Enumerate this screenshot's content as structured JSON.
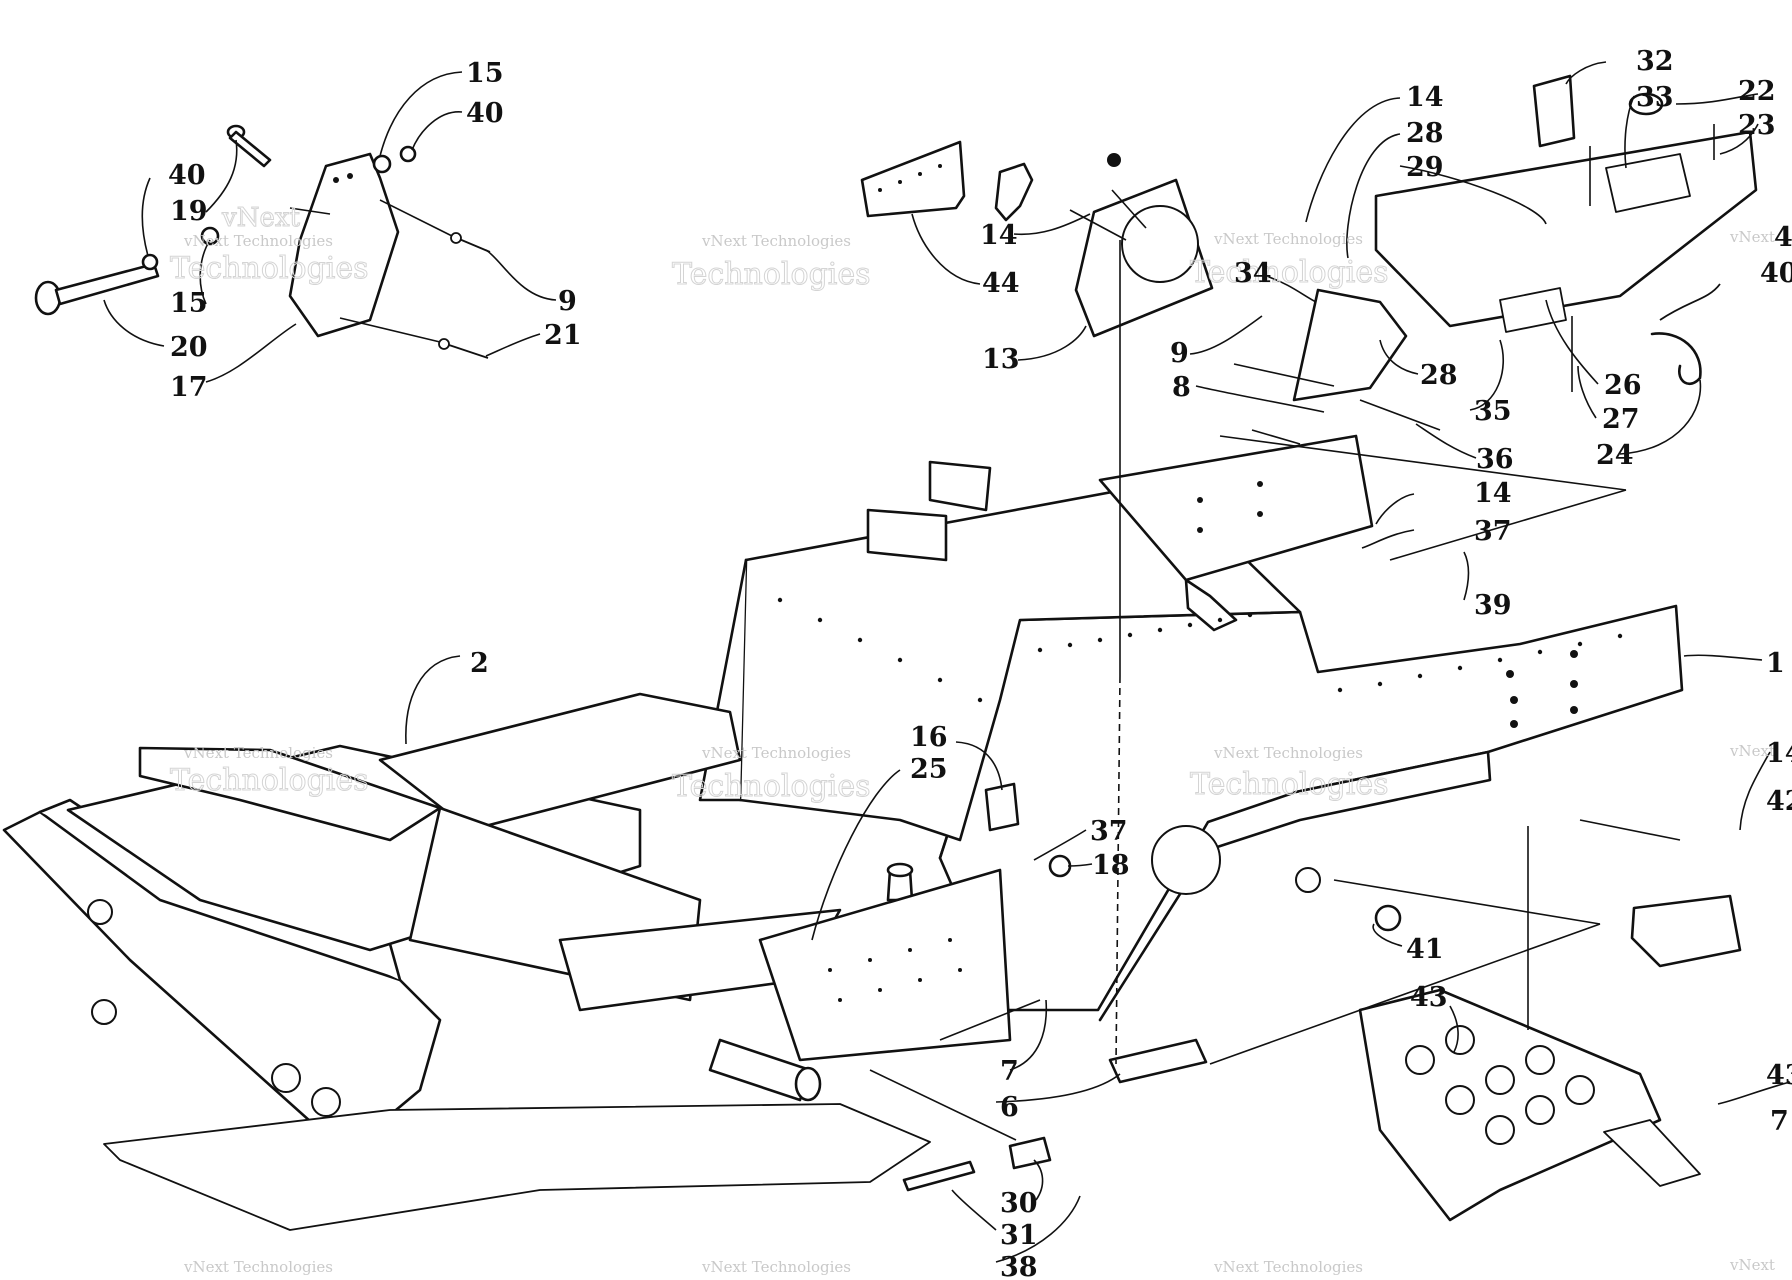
{
  "watermark": {
    "brand": "vNext Technologies",
    "brand_split_1": "vNext",
    "brand_split_2": "Technologies"
  },
  "callouts": [
    {
      "id": "c15a",
      "label": "15"
    },
    {
      "id": "c40a",
      "label": "40"
    },
    {
      "id": "c40b",
      "label": "40"
    },
    {
      "id": "c19",
      "label": "19"
    },
    {
      "id": "c15b",
      "label": "15"
    },
    {
      "id": "c20",
      "label": "20"
    },
    {
      "id": "c9a",
      "label": "9"
    },
    {
      "id": "c21",
      "label": "21"
    },
    {
      "id": "c17",
      "label": "17"
    },
    {
      "id": "c14a",
      "label": "14"
    },
    {
      "id": "c44",
      "label": "44"
    },
    {
      "id": "c13",
      "label": "13"
    },
    {
      "id": "c9b",
      "label": "9"
    },
    {
      "id": "c8",
      "label": "8"
    },
    {
      "id": "c14b",
      "label": "14"
    },
    {
      "id": "c28a",
      "label": "28"
    },
    {
      "id": "c29",
      "label": "29"
    },
    {
      "id": "c34",
      "label": "34"
    },
    {
      "id": "c28b",
      "label": "28"
    },
    {
      "id": "c35",
      "label": "35"
    },
    {
      "id": "c36",
      "label": "36"
    },
    {
      "id": "c14c",
      "label": "14"
    },
    {
      "id": "c37a",
      "label": "37"
    },
    {
      "id": "c39",
      "label": "39"
    },
    {
      "id": "c32",
      "label": "32"
    },
    {
      "id": "c33",
      "label": "33"
    },
    {
      "id": "c22",
      "label": "22"
    },
    {
      "id": "c23",
      "label": "23"
    },
    {
      "id": "c26",
      "label": "26"
    },
    {
      "id": "c27",
      "label": "27"
    },
    {
      "id": "c24",
      "label": "24"
    },
    {
      "id": "c4",
      "label": "4"
    },
    {
      "id": "c40c",
      "label": "40"
    },
    {
      "id": "c1",
      "label": "1"
    },
    {
      "id": "c2",
      "label": "2"
    },
    {
      "id": "c16",
      "label": "16"
    },
    {
      "id": "c25",
      "label": "25"
    },
    {
      "id": "c37b",
      "label": "37"
    },
    {
      "id": "c18",
      "label": "18"
    },
    {
      "id": "c41",
      "label": "41"
    },
    {
      "id": "c14d",
      "label": "14"
    },
    {
      "id": "c42",
      "label": "42"
    },
    {
      "id": "c43a",
      "label": "43"
    },
    {
      "id": "c43b",
      "label": "43"
    },
    {
      "id": "c7a",
      "label": "7"
    },
    {
      "id": "c7b",
      "label": "7"
    },
    {
      "id": "c6",
      "label": "6"
    },
    {
      "id": "c30",
      "label": "30"
    },
    {
      "id": "c31",
      "label": "31"
    },
    {
      "id": "c38",
      "label": "38"
    }
  ]
}
